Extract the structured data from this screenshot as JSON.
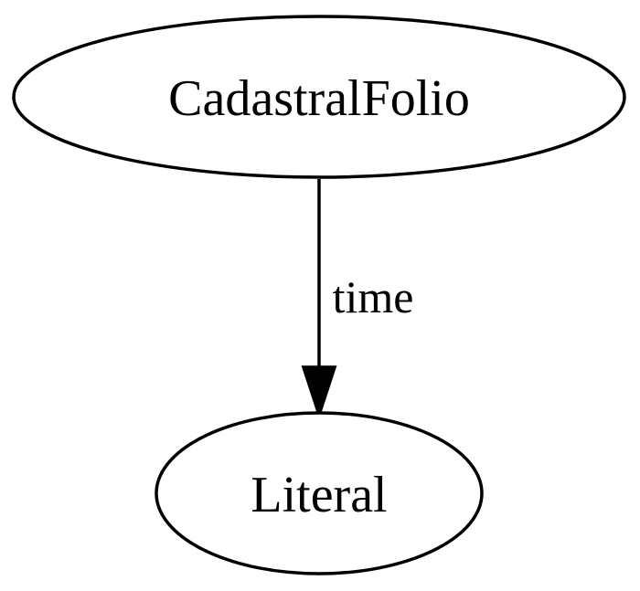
{
  "nodes": [
    {
      "id": "CadastralFolio",
      "label": "CadastralFolio"
    },
    {
      "id": "Literal",
      "label": "Literal"
    }
  ],
  "edges": [
    {
      "from": "CadastralFolio",
      "to": "Literal",
      "label": "time"
    }
  ]
}
